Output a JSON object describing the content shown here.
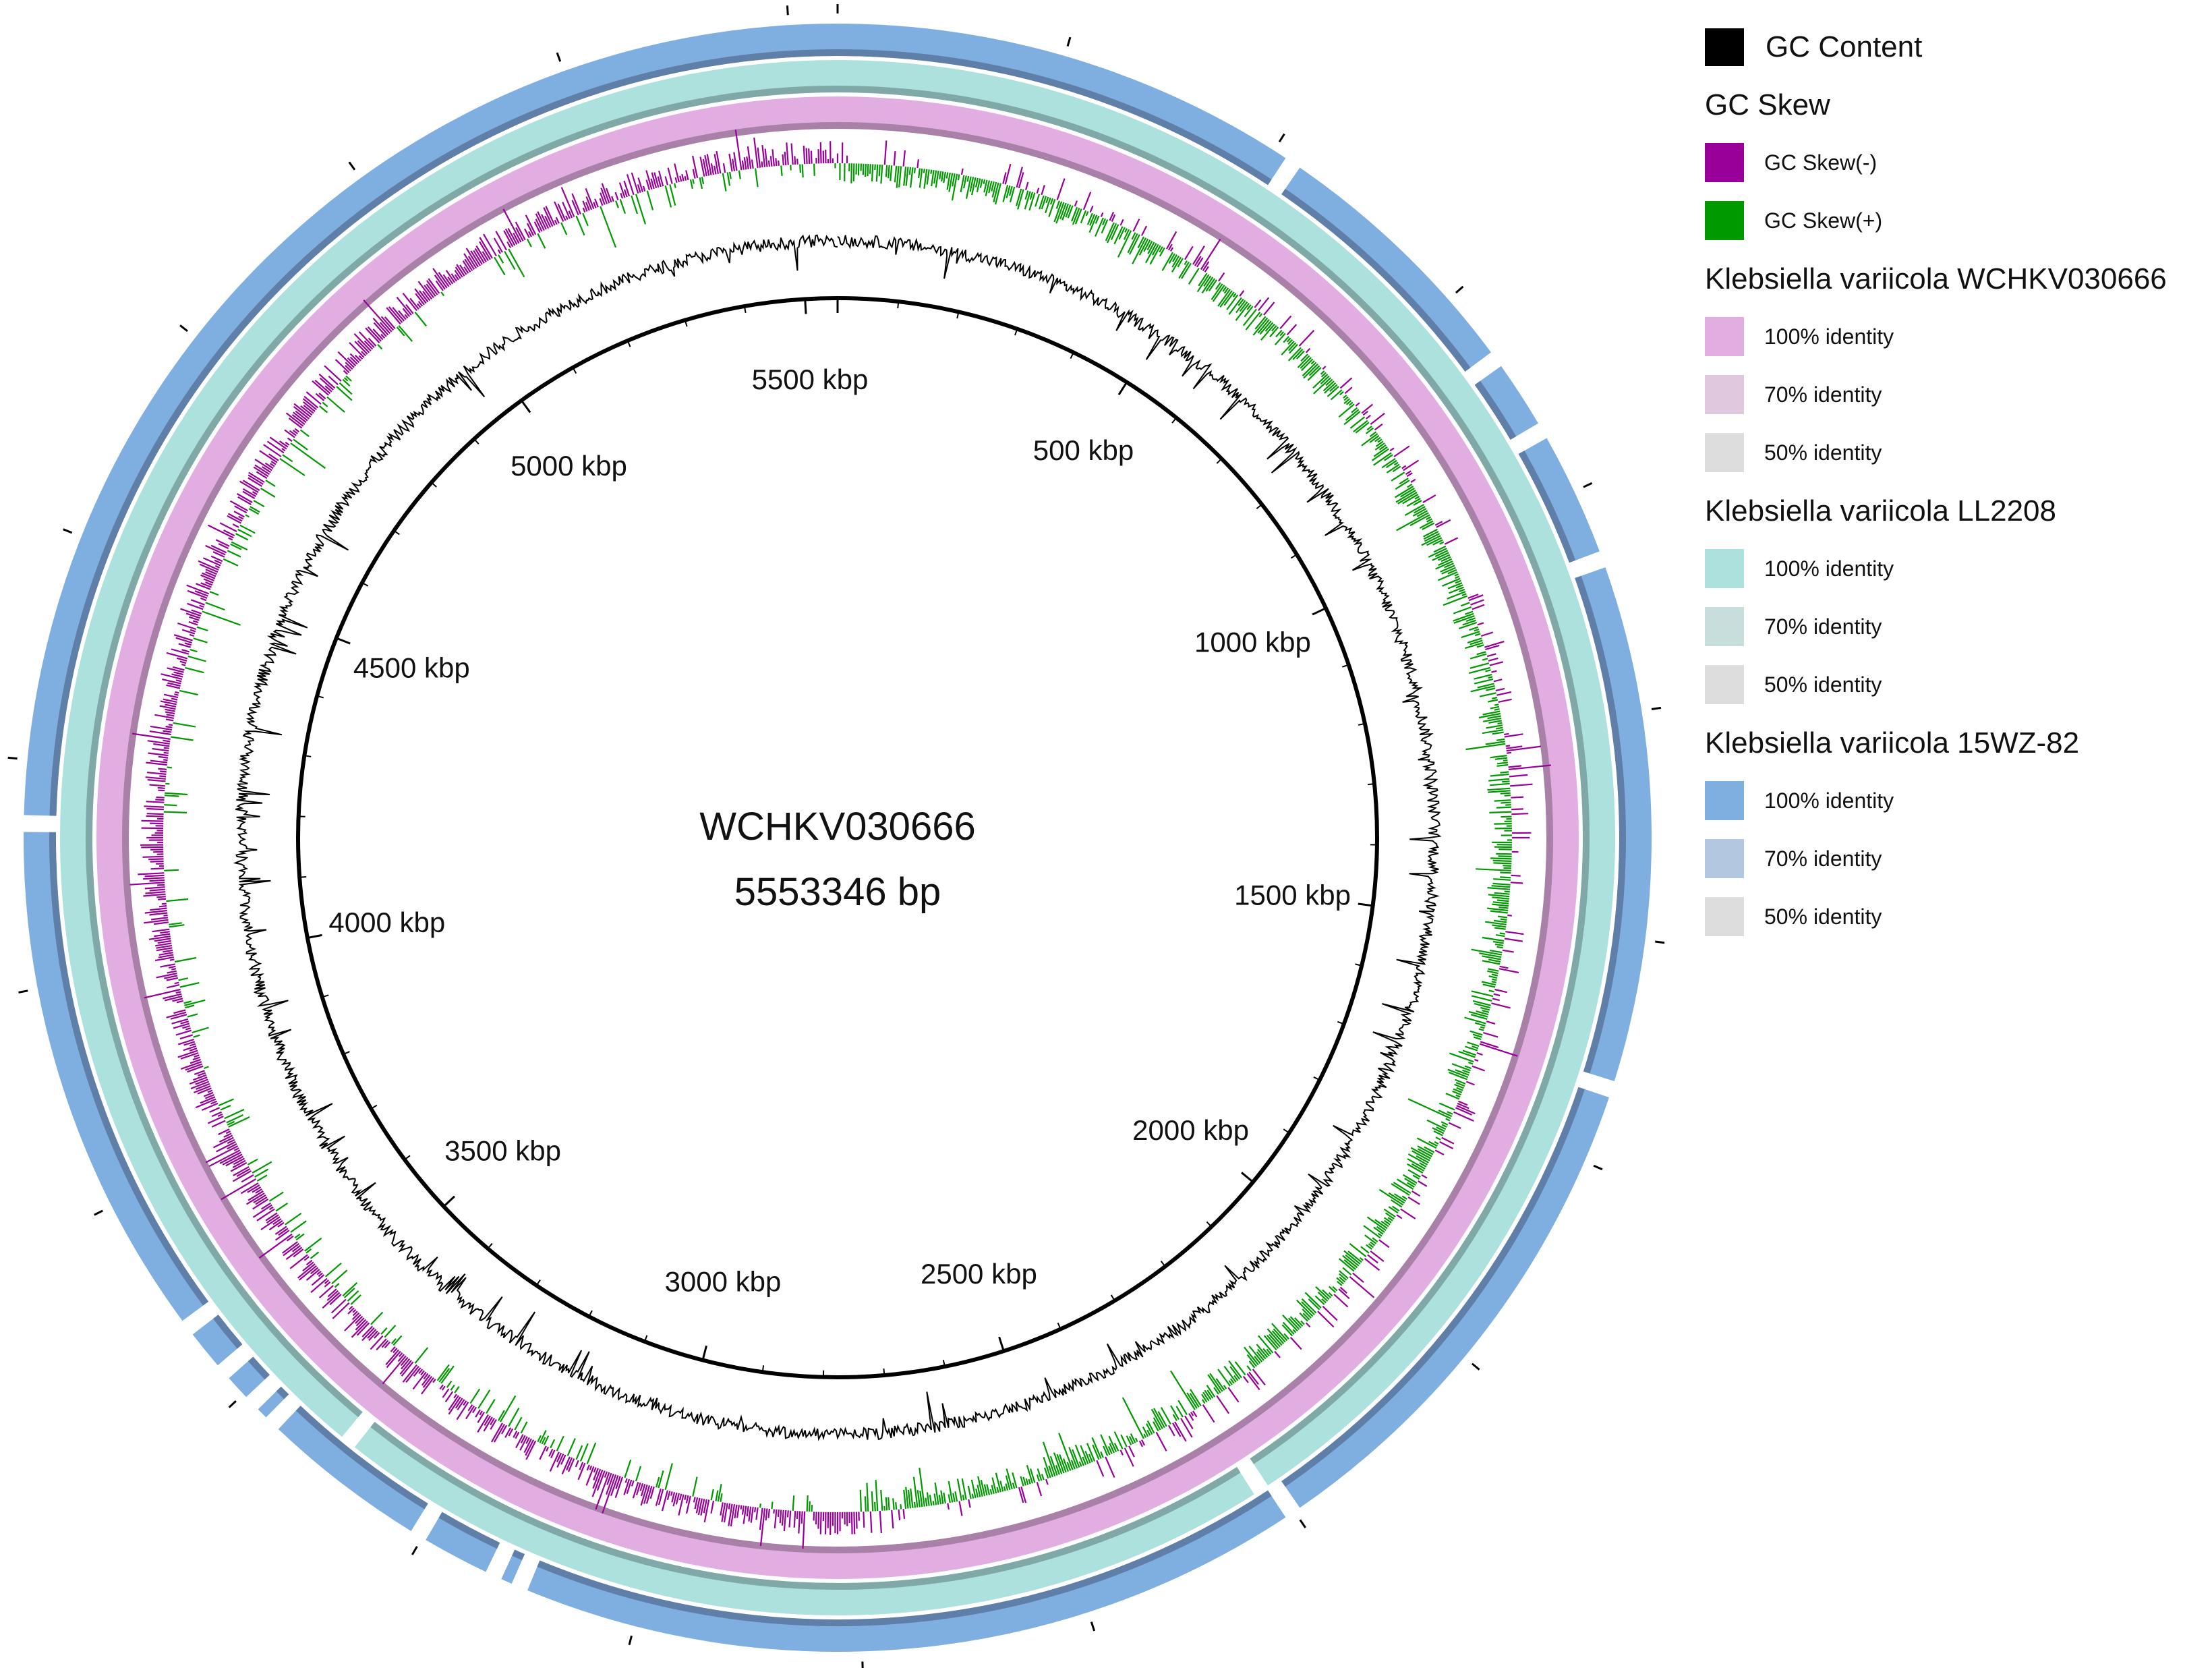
{
  "genome": {
    "name": "WCHKV030666",
    "length_label": "5553346 bp",
    "length_bp": 5553346
  },
  "tick_labels": [
    "5500 kbp",
    "500 kbp",
    "1000 kbp",
    "1500 kbp",
    "2000 kbp",
    "2500 kbp",
    "3000 kbp",
    "3500 kbp",
    "4000 kbp",
    "4500 kbp",
    "5000 kbp"
  ],
  "tick_positions_kbp": [
    5500,
    500,
    1000,
    1500,
    2000,
    2500,
    3000,
    3500,
    4000,
    4500,
    5000
  ],
  "legend": {
    "gc_content": {
      "label": "GC Content",
      "color": "#000000"
    },
    "gc_skew": {
      "title": "GC Skew",
      "negative": {
        "label": "GC Skew(-)",
        "color": "#990099"
      },
      "positive": {
        "label": "GC Skew(+)",
        "color": "#009900"
      }
    },
    "rings": [
      {
        "title": "Klebsiella variicola WCHKV030666",
        "items": [
          {
            "label": "100% identity",
            "color": "#E2AEE2"
          },
          {
            "label": "70% identity",
            "color": "#E0C8DE"
          },
          {
            "label": "50% identity",
            "color": "#DDDDDD"
          }
        ]
      },
      {
        "title": "Klebsiella variicola LL2208",
        "items": [
          {
            "label": "100% identity",
            "color": "#ACE1DE"
          },
          {
            "label": "70% identity",
            "color": "#C8DEDC"
          },
          {
            "label": "50% identity",
            "color": "#DDDDDD"
          }
        ]
      },
      {
        "title": "Klebsiella variicola 15WZ-82",
        "items": [
          {
            "label": "100% identity",
            "color": "#7FAEE0"
          },
          {
            "label": "70% identity",
            "color": "#B3C8E0"
          },
          {
            "label": "50% identity",
            "color": "#DDDDDD"
          }
        ]
      }
    ]
  },
  "blue_ring_gaps_deg": [
    34,
    54,
    60,
    70,
    108,
    146,
    203,
    205,
    211,
    224,
    226,
    229,
    233,
    271
  ],
  "teal_ring_gaps_deg": [
    147,
    219
  ]
}
